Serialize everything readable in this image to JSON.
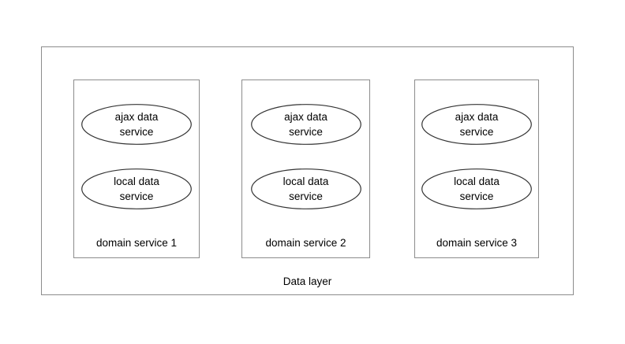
{
  "diagram": {
    "title": "Data layer",
    "outer_border_color": "#8c8c8c",
    "node_stroke_color": "#333333",
    "background_color": "#ffffff",
    "text_color": "#000000",
    "columns": [
      {
        "label": "domain service 1",
        "nodes": [
          {
            "line1": "ajax data",
            "line2": "service"
          },
          {
            "line1": "local data",
            "line2": "service"
          }
        ]
      },
      {
        "label": "domain service 2",
        "nodes": [
          {
            "line1": "ajax data",
            "line2": "service"
          },
          {
            "line1": "local data",
            "line2": "service"
          }
        ]
      },
      {
        "label": "domain service 3",
        "nodes": [
          {
            "line1": "ajax data",
            "line2": "service"
          },
          {
            "line1": "local data",
            "line2": "service"
          }
        ]
      }
    ]
  }
}
